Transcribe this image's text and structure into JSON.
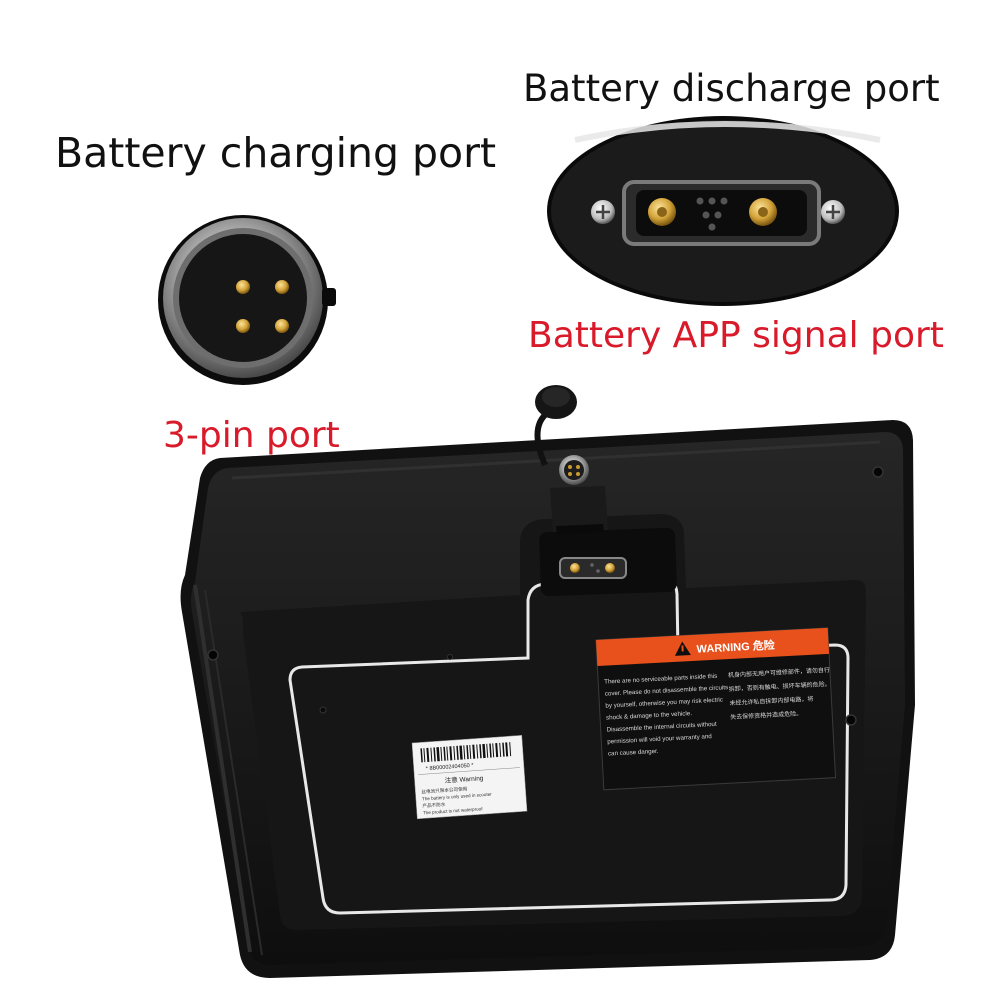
{
  "labels": {
    "charging_port": "Battery charging port",
    "discharge_port": "Battery discharge port",
    "app_signal_port": "Battery APP signal port",
    "pin_port": "3-pin port"
  },
  "warning_sticker": {
    "title": "WARNING 危险",
    "text_en": [
      "There are no serviceable parts inside this",
      "cover. Please do not disassemble the circuits",
      "by yourself, otherwise you may risk electric",
      "shock & damage to the vehicle.",
      "Disassemble the internal circuits without",
      "permission will void your warranty and",
      "can cause danger."
    ],
    "text_zh": [
      "机身内部无用户可维修部件，请勿自行",
      "拆卸，否则有触电、损坏车辆的危险。",
      "未经允许私自拆卸内部电路，将",
      "失去保修资格并造成危险。"
    ]
  },
  "label_sticker": {
    "barcode_text": "* 8B00002404050 *",
    "title": "注意 Warning",
    "lines": [
      "此电池只限本公司使用",
      "The battery is only used in scooter",
      "产品不防水",
      "The product is not waterproof"
    ]
  },
  "colors": {
    "label_text": "#111111",
    "accent_red": "#d91a2a",
    "battery_body": "#1a1a1a",
    "trim_white": "#e8e8e8",
    "warning_orange": "#e8511c",
    "gold_pin": "#d4a43a"
  }
}
